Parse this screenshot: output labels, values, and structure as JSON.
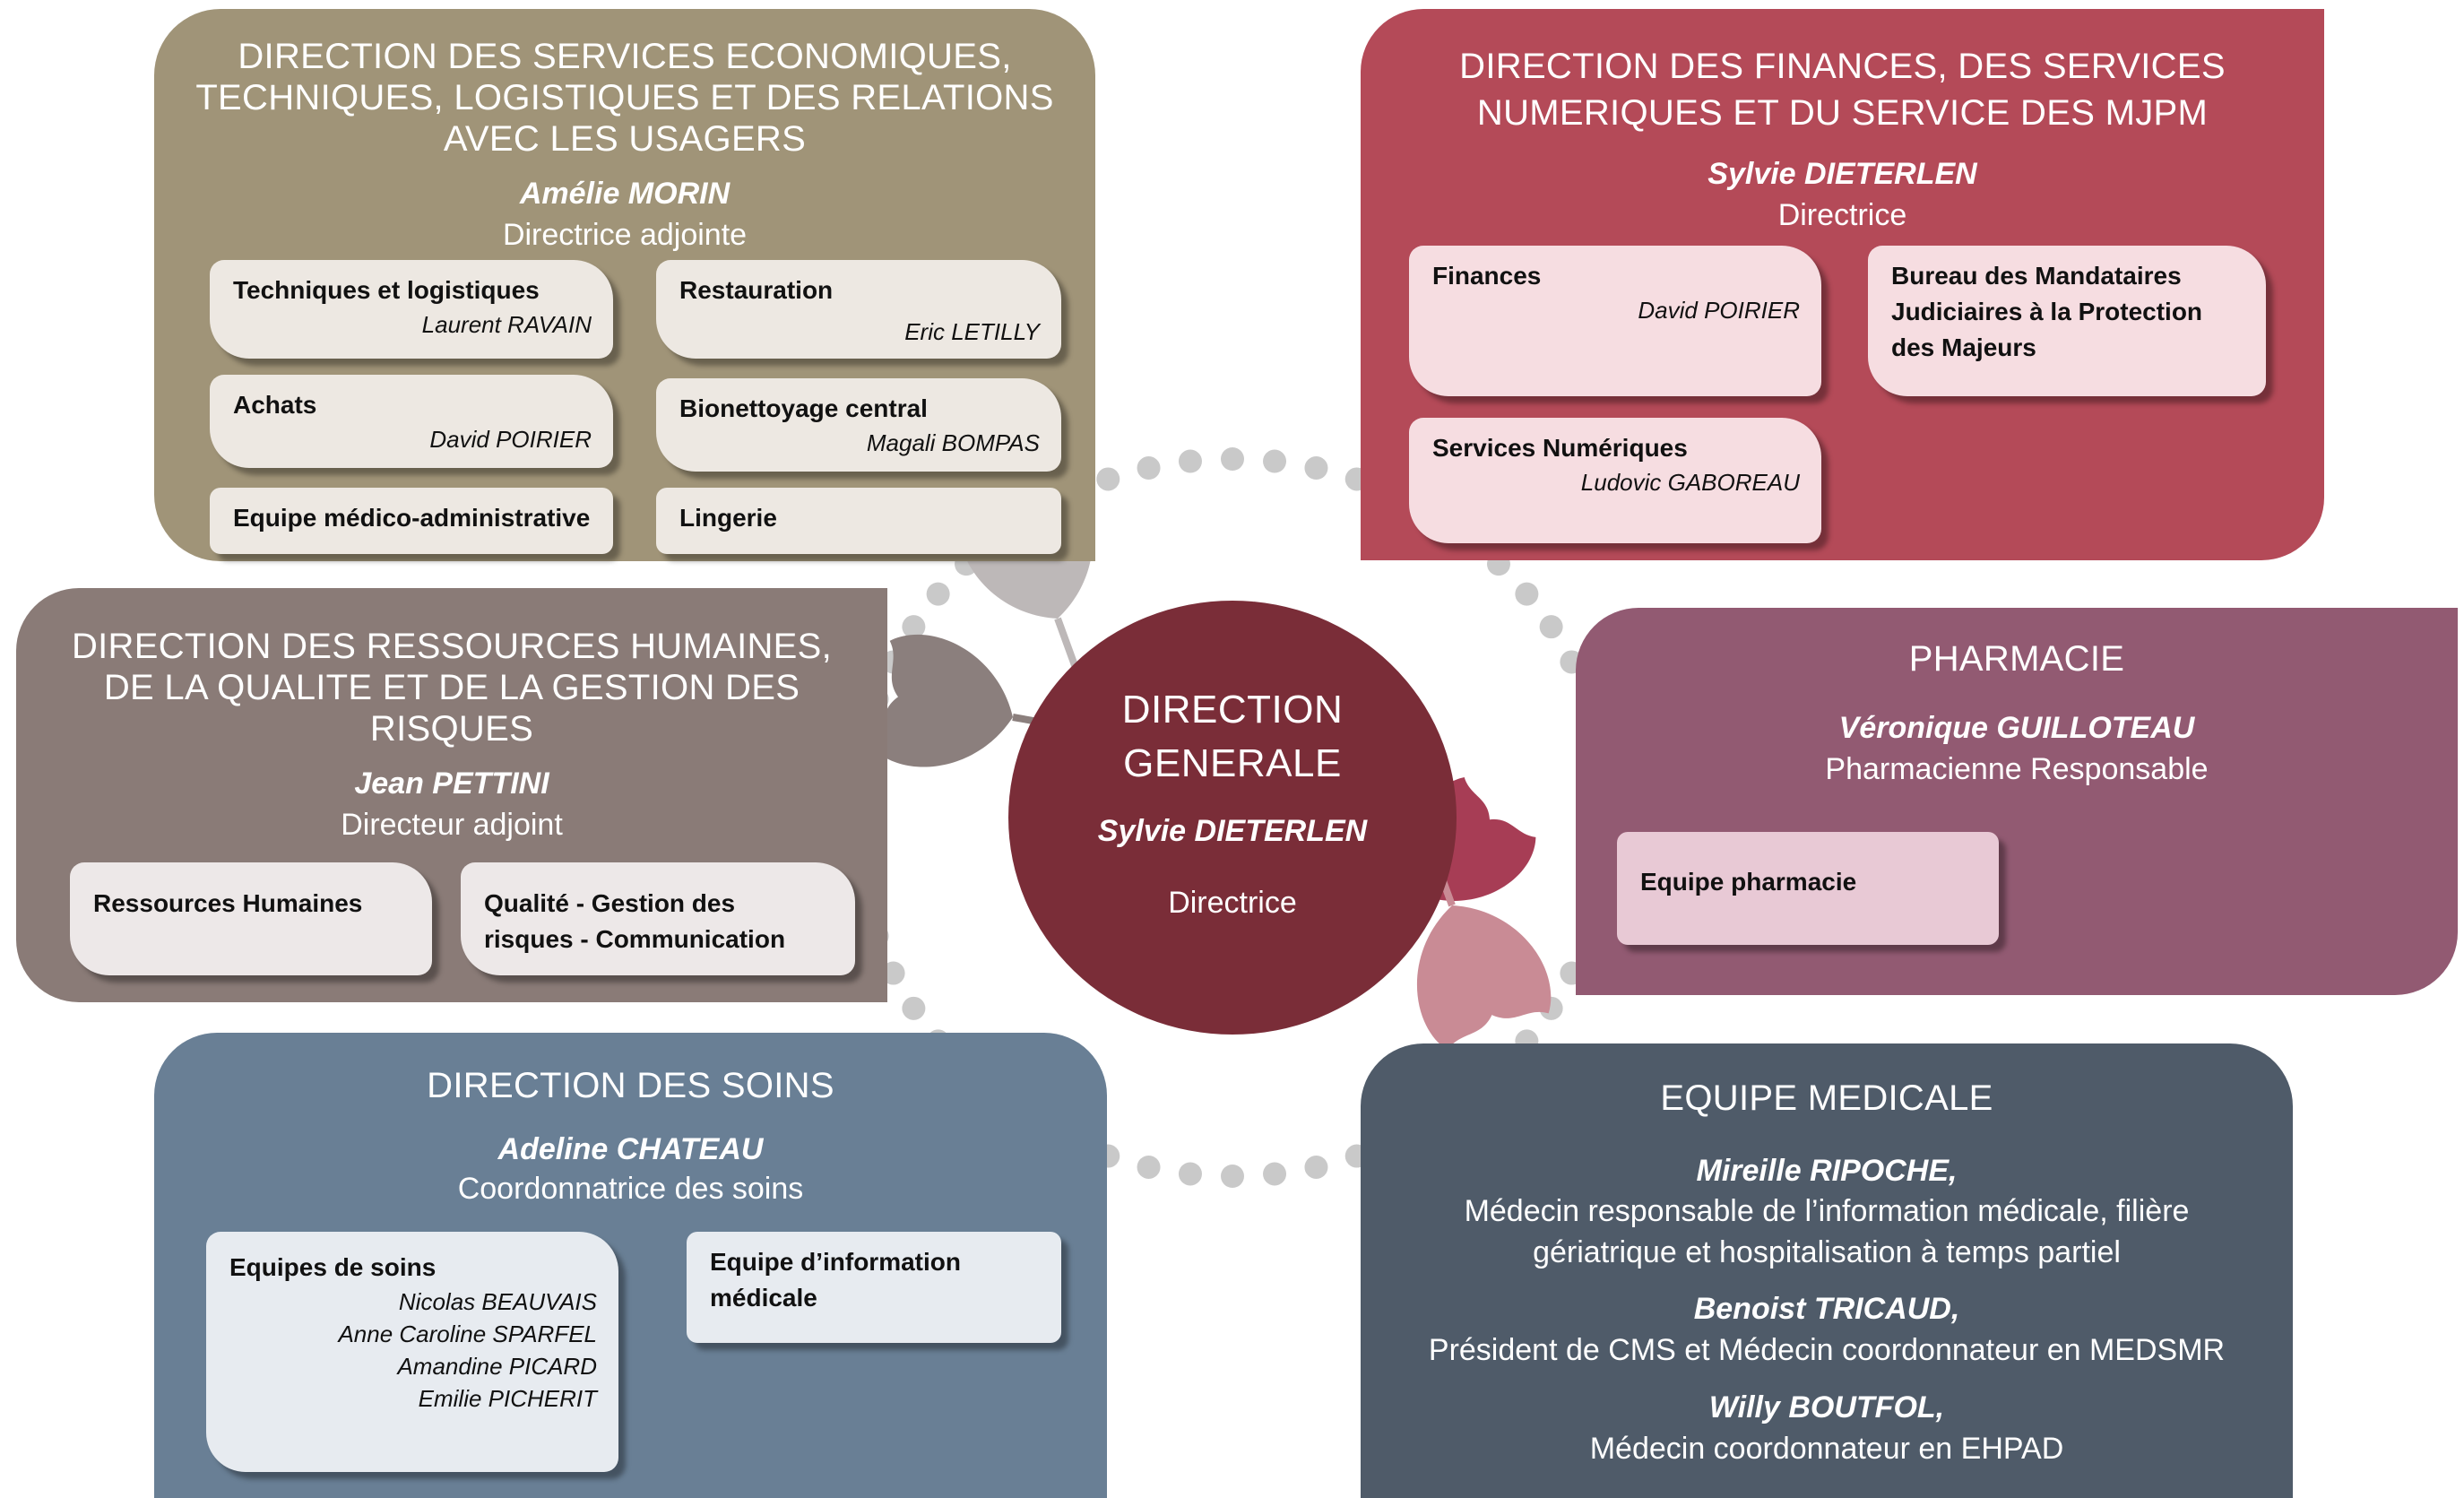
{
  "center": {
    "title": "DIRECTION\nGENERALE",
    "name": "Sylvie DIETERLEN",
    "role": "Directrice",
    "color": "#7a2d38"
  },
  "economic": {
    "title": "DIRECTION DES SERVICES ECONOMIQUES,\nTECHNIQUES, LOGISTIQUES ET DES RELATIONS\nAVEC LES USAGERS",
    "name": "Amélie MORIN",
    "role": "Directrice adjointe",
    "color": "#a09478",
    "cards": [
      {
        "title": "Techniques et logistiques",
        "people": [
          "Laurent RAVAIN"
        ]
      },
      {
        "title": "Restauration",
        "people": [
          "Eric LETILLY"
        ]
      },
      {
        "title": "Achats",
        "people": [
          "David POIRIER"
        ]
      },
      {
        "title": "Bionettoyage central",
        "people": [
          "Magali BOMPAS"
        ]
      },
      {
        "title": "Equipe médico-administrative",
        "people": []
      },
      {
        "title": "Lingerie",
        "people": []
      }
    ]
  },
  "finances": {
    "title": "DIRECTION DES FINANCES, DES SERVICES\nNUMERIQUES ET DU SERVICE DES MJPM",
    "name": "Sylvie DIETERLEN",
    "role": "Directrice",
    "color": "#b44a58",
    "cards": [
      {
        "title": "Finances",
        "people": [
          "David POIRIER"
        ]
      },
      {
        "title": "Bureau des Mandataires\nJudiciaires à la Protection\ndes Majeurs",
        "people": []
      },
      {
        "title": "Services Numériques",
        "people": [
          "Ludovic GABOREAU"
        ]
      }
    ]
  },
  "rh": {
    "title": "DIRECTION DES RESSOURCES HUMAINES,\nDE LA QUALITE ET DE LA GESTION DES\nRISQUES",
    "name": "Jean PETTINI",
    "role": "Directeur adjoint",
    "color": "#8a7b77",
    "cards": [
      {
        "title": "Ressources Humaines",
        "people": []
      },
      {
        "title": "Qualité - Gestion des\nrisques - Communication",
        "people": []
      }
    ]
  },
  "pharma": {
    "title": "PHARMACIE",
    "name": "Véronique GUILLOTEAU",
    "role": "Pharmacienne Responsable",
    "color": "#925a72",
    "cards": [
      {
        "title": "Equipe pharmacie",
        "people": []
      }
    ]
  },
  "soins": {
    "title": "DIRECTION DES SOINS",
    "name": "Adeline CHATEAU",
    "role": "Coordonnatrice des soins",
    "color": "#697f95",
    "cards": [
      {
        "title": "Equipes de soins",
        "people": [
          "Nicolas BEAUVAIS",
          "Anne Caroline SPARFEL",
          "Amandine PICARD",
          "Emilie PICHERIT"
        ]
      },
      {
        "title": "Equipe d’information\nmédicale",
        "people": []
      }
    ]
  },
  "medical": {
    "title": "EQUIPE MEDICALE",
    "color": "#4f5b69",
    "members": [
      {
        "name": "Mireille RIPOCHE,",
        "role": "Médecin responsable de l’information médicale, filière\ngériatrique et hospitalisation à temps partiel"
      },
      {
        "name": "Benoist TRICAUD,",
        "role": "Président de CMS et Médecin coordonnateur en MEDSMR"
      },
      {
        "name": "Willy BOUTFOL,",
        "role": "Médecin coordonnateur en EHPAD"
      }
    ]
  },
  "decoration": {
    "dot_color": "#c9c9c9",
    "leaf_icons": [
      "ginkgo-leaf-icon",
      "ginkgo-leaf-icon",
      "ginkgo-leaf-icon",
      "ginkgo-leaf-icon"
    ]
  }
}
